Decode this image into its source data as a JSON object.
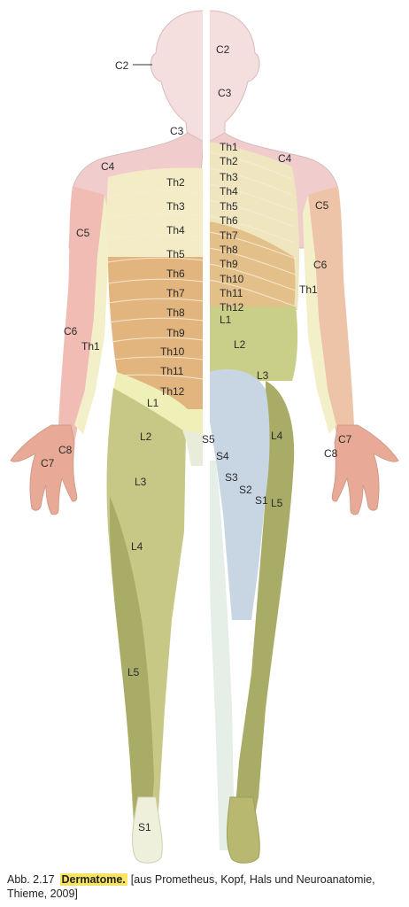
{
  "caption": {
    "number": "Abb. 2.17",
    "title": "Dermatome.",
    "source": "[aus Prometheus, Kopf, Hals und Neuroanatomie, Thieme, 2009]"
  },
  "colors": {
    "background": "#ffffff",
    "skin_outline": "#d8c4c4",
    "C": "#f1c6c6",
    "C_dark": "#e6a592",
    "Th": "#e6c08c",
    "Th_light": "#f3efc4",
    "L": "#c9c98a",
    "L_dark": "#9ea45e",
    "S": "#c9d6e2",
    "caption_highlight": "#f7e463"
  },
  "labels": {
    "c2_left": "C2",
    "c2_right": "C2",
    "c3_face": "C3",
    "c3_neck": "C3",
    "c4_left": "C4",
    "c4_right": "C4",
    "c5_left": "C5",
    "c5_right": "C5",
    "c6_left": "C6",
    "c6_right": "C6",
    "c7_left": "C7",
    "c7_right": "C7",
    "c8_left": "C8",
    "c8_right": "C8",
    "th1_left": "Th1",
    "th1_right": "Th1",
    "th1_r": "Th1",
    "th2_r": "Th2",
    "th3_r": "Th3",
    "th4_r": "Th4",
    "th5_r": "Th5",
    "th6_r": "Th6",
    "th7_r": "Th7",
    "th8_r": "Th8",
    "th9_r": "Th9",
    "th10_r": "Th10",
    "th11_r": "Th11",
    "th12_r": "Th12",
    "l1_r": "L1",
    "th2_l": "Th2",
    "th3_l": "Th3",
    "th4_l": "Th4",
    "th5_l": "Th5",
    "th6_l": "Th6",
    "th7_l": "Th7",
    "th8_l": "Th8",
    "th9_l": "Th9",
    "th10_l": "Th10",
    "th11_l": "Th11",
    "th12_l": "Th12",
    "l1_l": "L1",
    "l2_left": "L2",
    "l2_right": "L2",
    "l3_left": "L3",
    "l3_right": "L3",
    "l4_left": "L4",
    "l4_right": "L4",
    "l5_left": "L5",
    "l5_right": "L5",
    "s1_left": "S1",
    "s1_right": "S1",
    "s2": "S2",
    "s3": "S3",
    "s4": "S4",
    "s5": "S5"
  }
}
